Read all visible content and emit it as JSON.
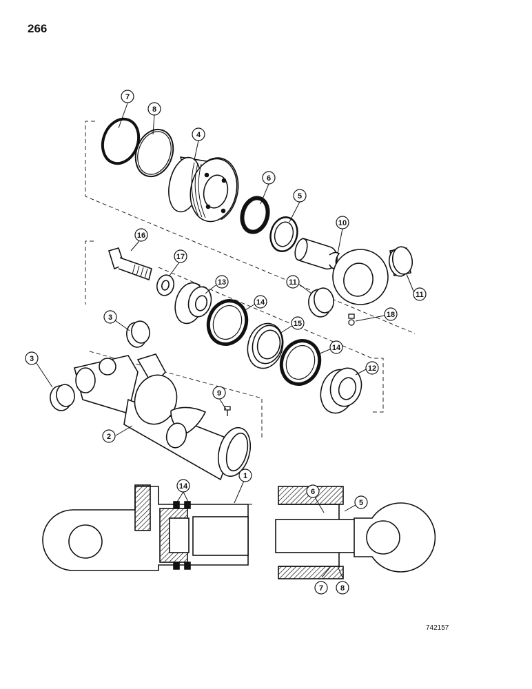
{
  "page_number": "266",
  "drawing_number": "742157",
  "callouts": {
    "c7a": "7",
    "c8a": "8",
    "c4": "4",
    "c6a": "6",
    "c5a": "5",
    "c10": "10",
    "c16": "16",
    "c17": "17",
    "c13": "13",
    "c14a": "14",
    "c11a": "11",
    "c11b": "11",
    "c18": "18",
    "c3a": "3",
    "c15": "15",
    "c14b": "14",
    "c3b": "3",
    "c12": "12",
    "c9": "9",
    "c2": "2",
    "c14c": "14",
    "c1": "1",
    "c6b": "6",
    "c5b": "5",
    "c7b": "7",
    "c8b": "8"
  }
}
